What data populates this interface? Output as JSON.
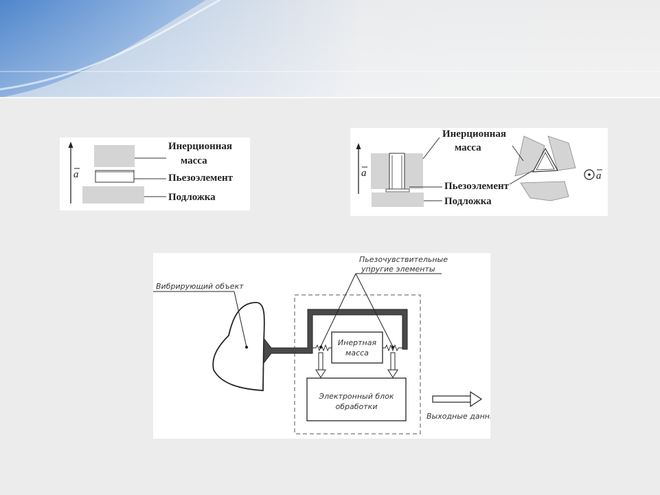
{
  "compression": {
    "label_mass_line1": "Инерционная",
    "label_mass_line2": "масса",
    "label_piezo": "Пьезоэлемент",
    "label_base": "Подложка",
    "accel": "a"
  },
  "shear": {
    "label_mass_line1": "Инерционная",
    "label_mass_line2": "масса",
    "label_piezo": "Пьезоэлемент",
    "label_base": "Подложка",
    "accel_left": "a",
    "accel_right": "a"
  },
  "scheme": {
    "label_object": "Вибрирующий объект",
    "label_elastic_line1": "Пьезочувствительные",
    "label_elastic_line2": "упругие элементы",
    "label_mass_line1": "Инертная",
    "label_mass_line2": "масса",
    "label_block_line1": "Электронный блок",
    "label_block_line2": "обработки",
    "label_output": "Выходные данные"
  },
  "colors": {
    "background": "#ececec",
    "header_blue": "#5b8fd0",
    "fill_gray": "#d4d4d4",
    "line": "#333333"
  }
}
